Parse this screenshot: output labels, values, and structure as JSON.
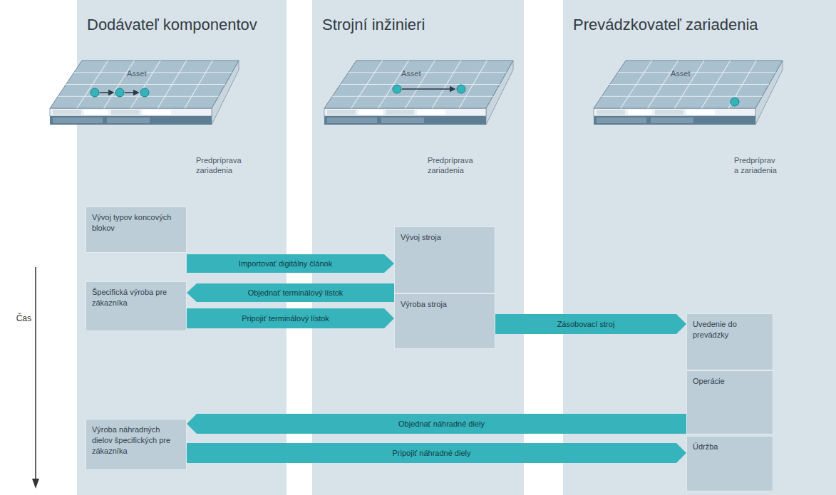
{
  "diagram": {
    "nodes": [
      {
        "text": [
          "Dodávateľ komponentov"
        ]
      },
      {
        "text": [
          "Vývoj typov koncových blokov"
        ],
        "in": 0
      },
      {
        "text": [
          "Špecifická výroba pre zákazníka"
        ],
        "in": 0
      },
      {
        "text": [
          "Výroba náhradných dielov špecifických pre zákazníka"
        ],
        "in": 0
      },
      {
        "text": [
          "Strojní inžinieri"
        ]
      },
      {
        "text": [
          "Vývoj stroja"
        ],
        "in": 4
      },
      {
        "text": [
          "Výroba stroja"
        ],
        "in": 4
      },
      {
        "text": [
          "Prevádzkovateľ zariadenia"
        ]
      },
      {
        "text": [
          "Uvedenie do prevádzky"
        ],
        "in": 7
      },
      {
        "text": [
          "Operácie"
        ],
        "in": 7
      },
      {
        "text": [
          "Údržba"
        ],
        "in": 7
      }
    ],
    "edges": [
      {
        "from": 1,
        "to": 5,
        "label": "Importovať digitálny článok",
        "arrow": "to"
      },
      {
        "from": 5,
        "to": 2,
        "label": "Objednať terminálový lístok",
        "arrow": "to"
      },
      {
        "from": 2,
        "to": 6,
        "label": "Pripojiť terminálový lístok",
        "arrow": "to"
      },
      {
        "from": 6,
        "to": 8,
        "label": "Zásobovací stroj",
        "arrow": "to"
      },
      {
        "from": 9,
        "to": 3,
        "label": "Objednať náhradné diely",
        "arrow": "to"
      },
      {
        "from": 3,
        "to": 10,
        "label": "Pripojiť náhradné diely",
        "arrow": "to"
      }
    ],
    "labels": [
      "Asset",
      "Predpríprava zariadenia",
      "Asset",
      "Predpríprava zariadenia",
      "Asset",
      "Predpríprav a zariadenia",
      "Čas"
    ]
  }
}
